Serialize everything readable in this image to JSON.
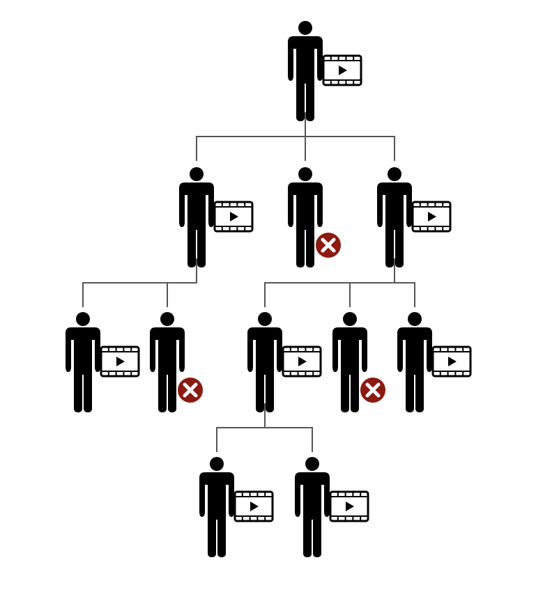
{
  "diagram": {
    "type": "video-sharing-tree",
    "colors": {
      "background": "#ffffff",
      "person": "#000000",
      "connector": "#555555",
      "video_fill": "#ffffff",
      "video_stroke": "#000000",
      "blocked_fill": "#8b1a10",
      "blocked_cross": "#ffffff"
    },
    "icons": {
      "person": "person-icon",
      "video": "video-icon",
      "blocked": "blocked-icon"
    },
    "nodes": [
      {
        "id": "n0",
        "level": 0,
        "parent": null,
        "status": "shared"
      },
      {
        "id": "n1",
        "level": 1,
        "parent": "n0",
        "status": "shared"
      },
      {
        "id": "n2",
        "level": 1,
        "parent": "n0",
        "status": "blocked"
      },
      {
        "id": "n3",
        "level": 1,
        "parent": "n0",
        "status": "shared"
      },
      {
        "id": "n4",
        "level": 2,
        "parent": "n1",
        "status": "shared"
      },
      {
        "id": "n5",
        "level": 2,
        "parent": "n1",
        "status": "blocked"
      },
      {
        "id": "n6",
        "level": 2,
        "parent": "n3",
        "status": "shared"
      },
      {
        "id": "n7",
        "level": 2,
        "parent": "n3",
        "status": "blocked"
      },
      {
        "id": "n8",
        "level": 2,
        "parent": "n3",
        "status": "shared"
      },
      {
        "id": "n9",
        "level": 3,
        "parent": "n6",
        "status": "shared"
      },
      {
        "id": "n10",
        "level": 3,
        "parent": "n6",
        "status": "shared"
      }
    ]
  }
}
